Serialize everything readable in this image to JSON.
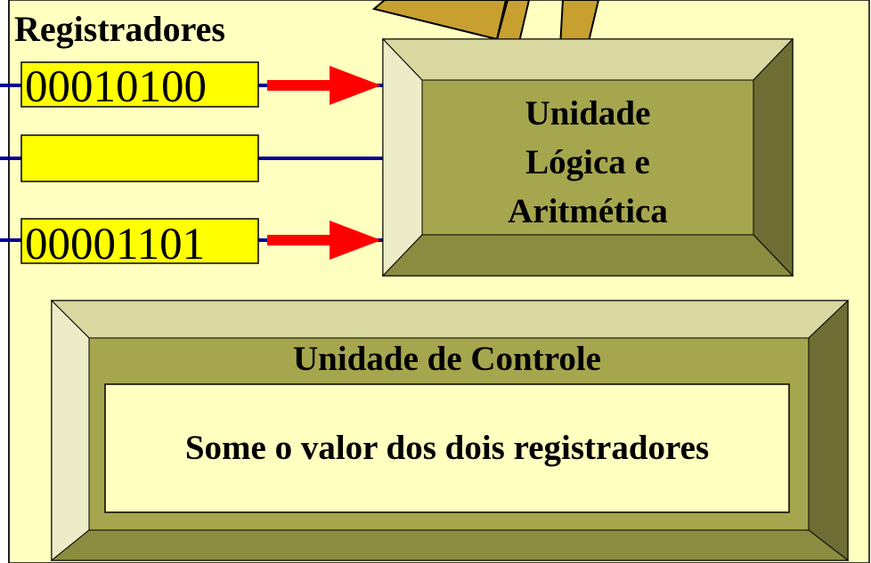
{
  "colors": {
    "panel_bg": "#FFFFC0",
    "register_fill": "#FFFF00",
    "bus_line": "#000099",
    "arrow": "#FF0000",
    "alu_face": "#A6A64E",
    "control_face": "#A6A64E",
    "instruction_box": "#FFFFC0",
    "pipe_gold": "#C8A030"
  },
  "registers": {
    "title": "Registradores",
    "items": [
      {
        "value": "00010100",
        "arrow_to_alu": true
      },
      {
        "value": "",
        "arrow_to_alu": false
      },
      {
        "value": "00001101",
        "arrow_to_alu": true
      }
    ]
  },
  "alu": {
    "line1": "Unidade",
    "line2": "Lógica e",
    "line3": "Aritmética"
  },
  "control": {
    "title": "Unidade de Controle",
    "instruction": "Some o valor dos dois registradores"
  }
}
